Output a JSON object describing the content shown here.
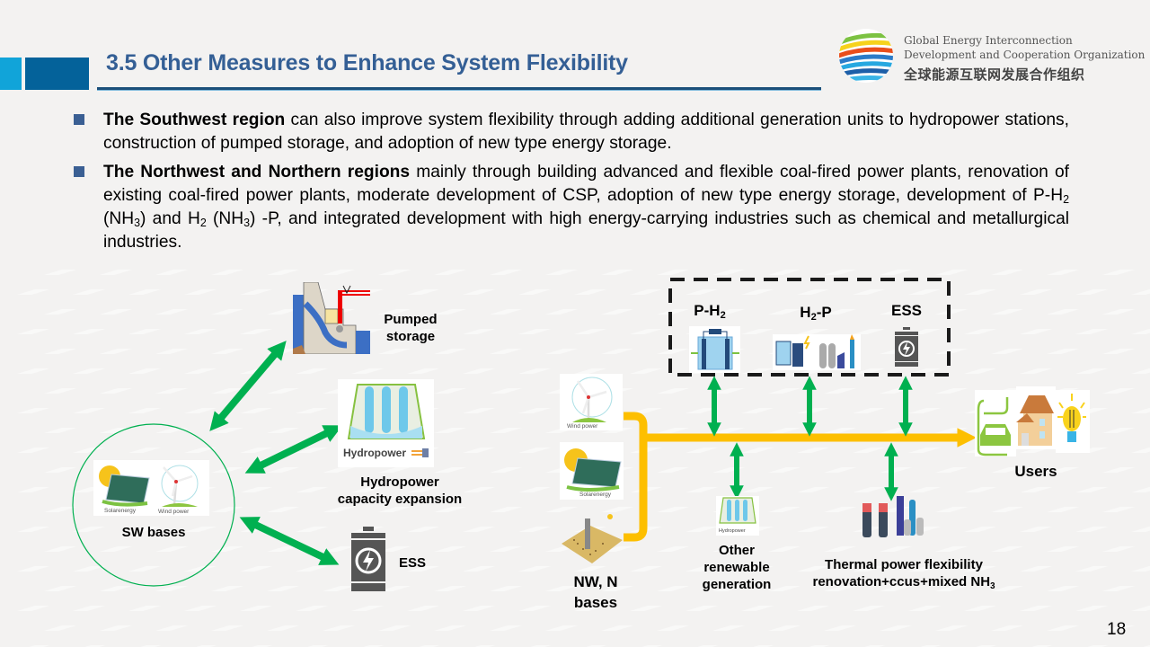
{
  "header": {
    "title": "3.5 Other Measures to Enhance System Flexibility",
    "accent_colors": {
      "light_square": "#11a4d9",
      "dark_square": "#04629a",
      "title": "#345f95",
      "rule": "#1a4f7a"
    }
  },
  "logo": {
    "en_line1": "Global Energy Interconnection",
    "en_line2": "Development and Cooperation Organization",
    "zh": "全球能源互联网发展合作组织",
    "icon": "globe-logo-icon"
  },
  "bullets": [
    {
      "bold": "The Southwest region",
      "text": " can also improve system flexibility through adding additional generation units to hydropower stations, construction of pumped storage, and adoption of new type energy storage."
    },
    {
      "bold": "The Northwest and Northern regions",
      "text_parts": [
        " mainly through building advanced and flexible coal-fired power plants, renovation of existing coal-fired power plants, moderate development of CSP, adoption of new type energy storage, development of P-H",
        "2",
        " (NH",
        "3",
        ") and H",
        "2",
        " (NH",
        "3",
        ") -P, and integrated development with high energy-carrying industries such as chemical and metallurgical industries."
      ]
    }
  ],
  "left_diagram": {
    "center_label": "SW bases",
    "center_icons": {
      "solar_caption": "Solarenergy",
      "wind_caption": "Wind power"
    },
    "nodes": [
      {
        "label_line1": "Pumped",
        "label_line2": "storage",
        "icon": "pumped-storage-icon"
      },
      {
        "label_line1": "Hydropower",
        "label_line2": "capacity expansion",
        "icon": "hydropower-icon",
        "icon_caption": "Hydropower"
      },
      {
        "label": "ESS",
        "icon": "battery-icon"
      }
    ]
  },
  "right_diagram": {
    "sources_label_line1": "NW, N",
    "sources_label_line2": "bases",
    "source_captions": {
      "wind": "Wind power",
      "solar": "Solarenergy"
    },
    "storage_box": [
      {
        "main": "P-H",
        "sub": "2",
        "tail": ""
      },
      {
        "main": "H",
        "sub": "2",
        "tail": "-P"
      },
      {
        "main": "ESS",
        "sub": "",
        "tail": ""
      }
    ],
    "other_renewable": {
      "line1": "Other",
      "line2": "renewable",
      "line3": "generation",
      "caption": "Hydropower"
    },
    "thermal": {
      "line1": "Thermal power flexibility",
      "line2": "renovation+ccus+mixed NH",
      "line2_sub": "3"
    },
    "users_label": "Users",
    "colors": {
      "trunk": "#fdbf00",
      "arrows": "#00b050",
      "box_border": "#1a1a1a"
    }
  },
  "page_number": "18"
}
